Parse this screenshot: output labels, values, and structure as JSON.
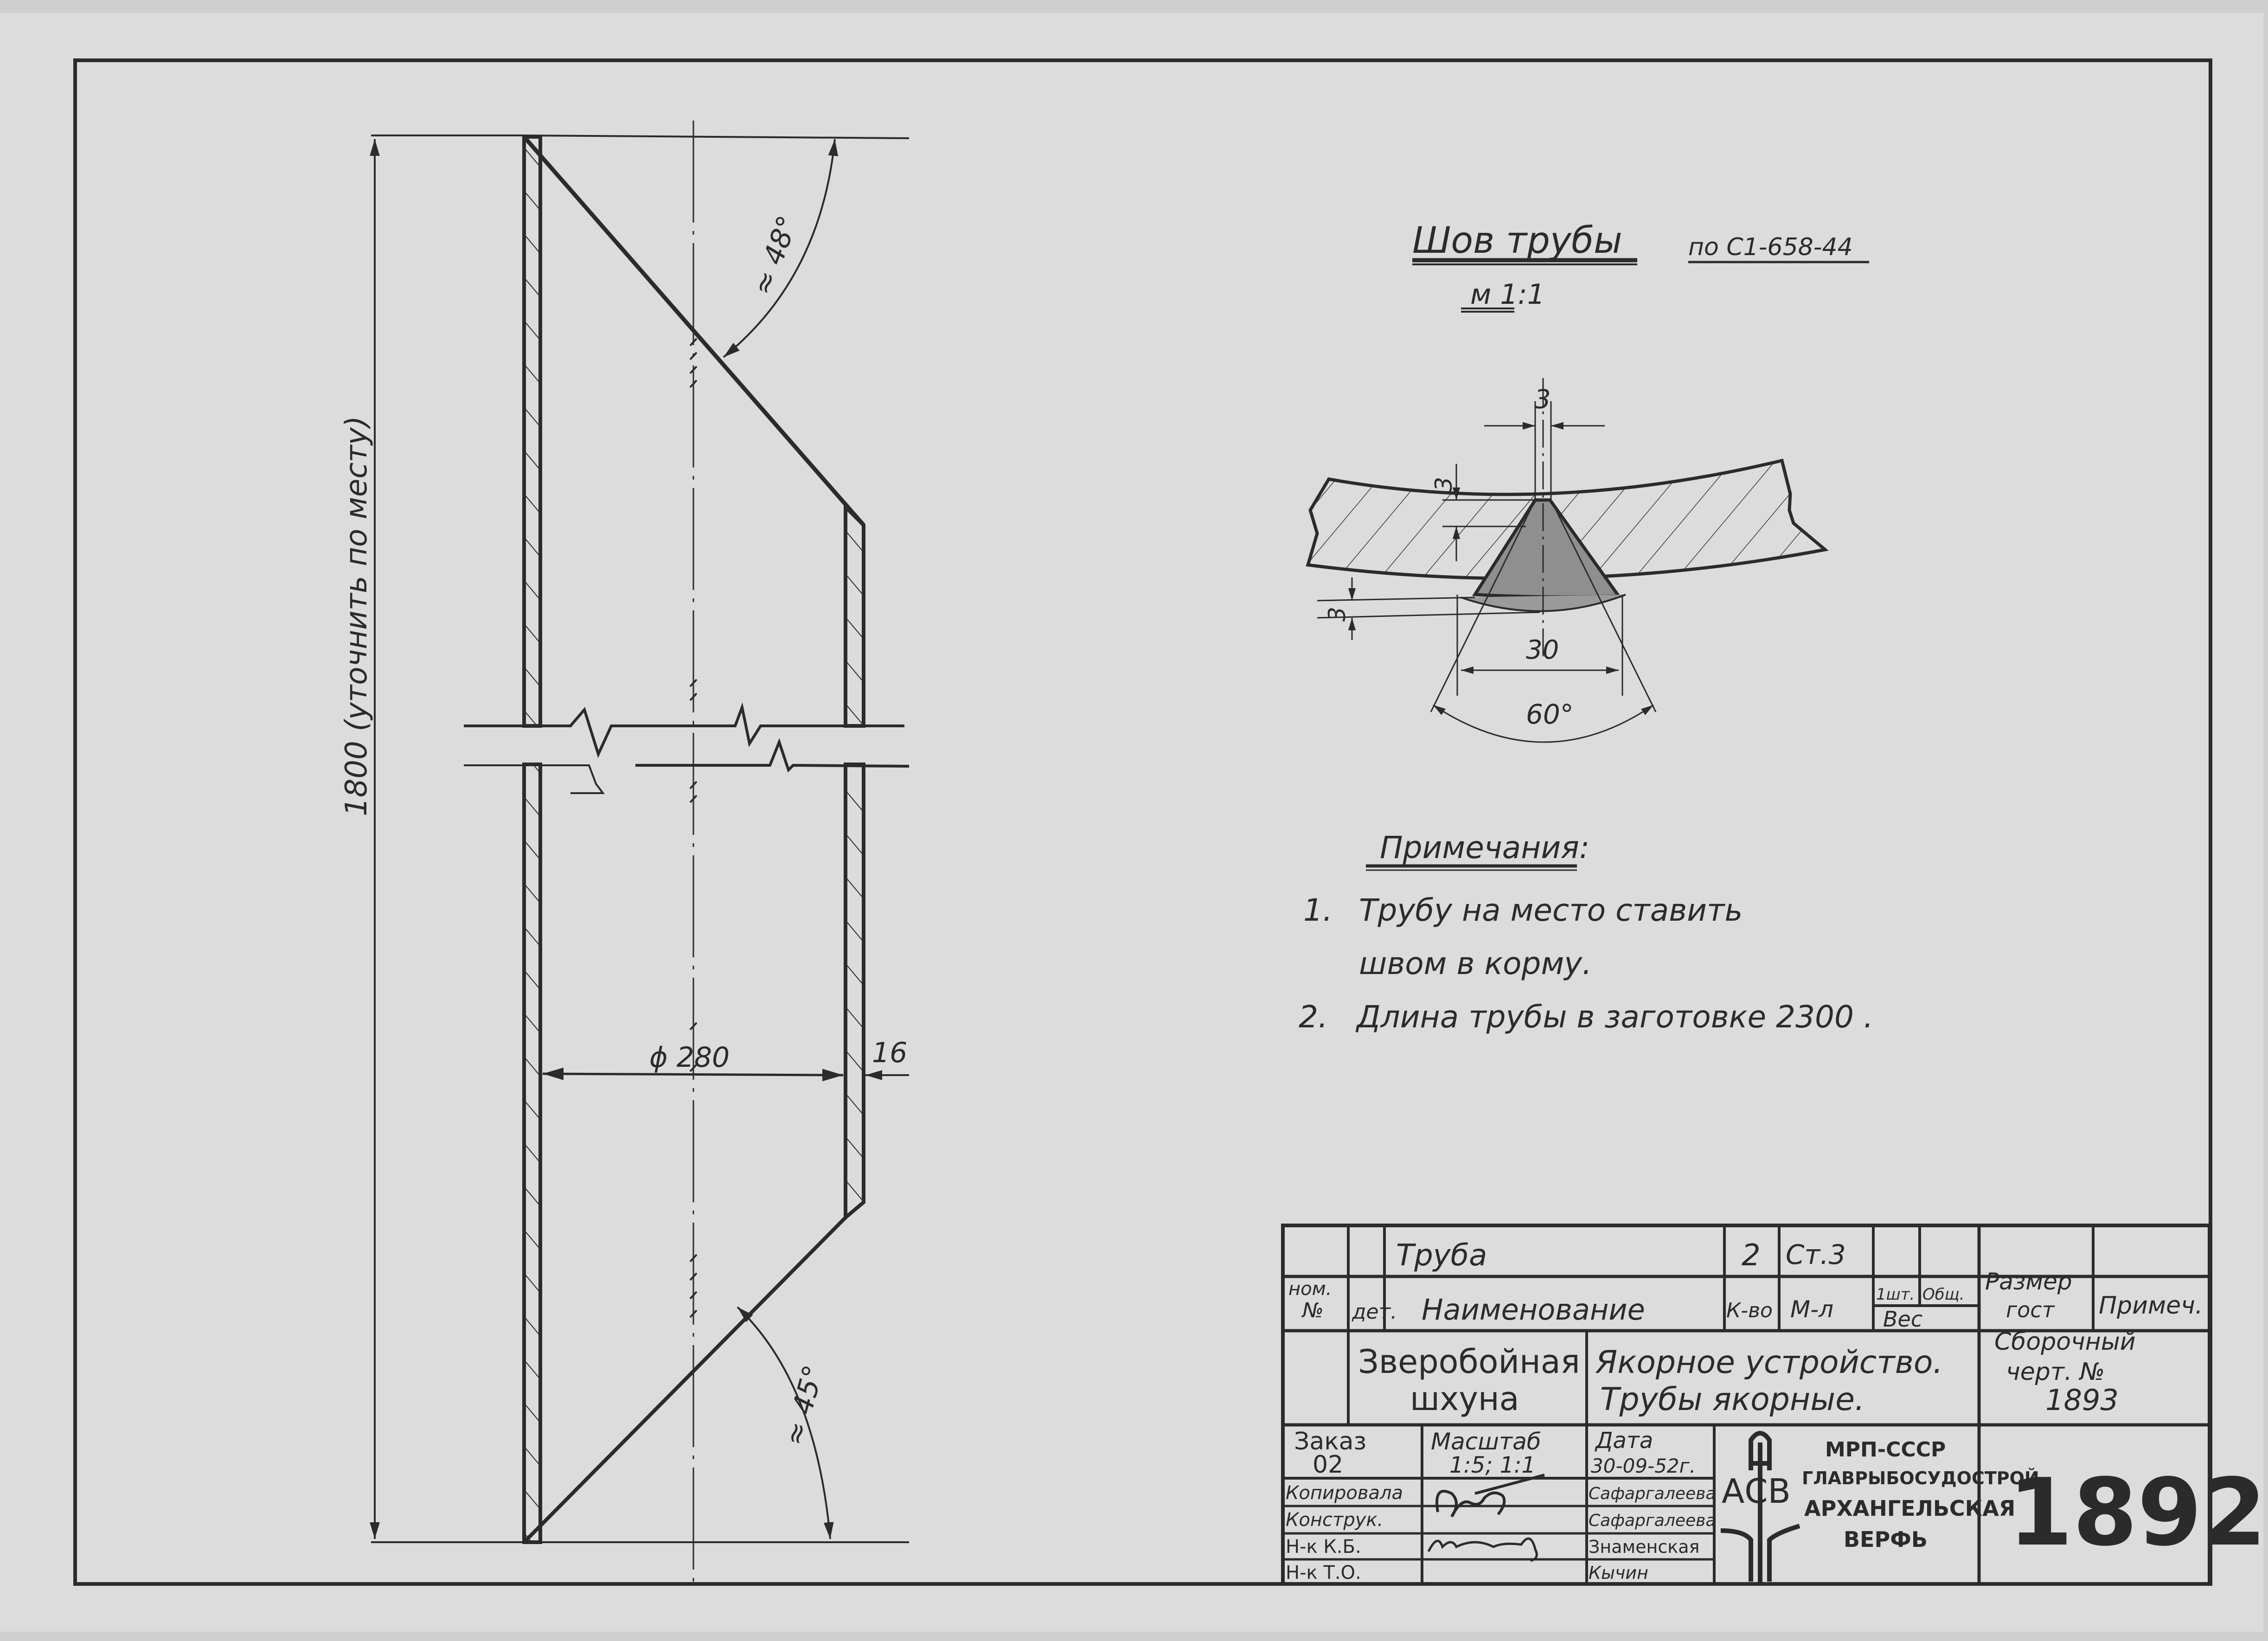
{
  "drawing": {
    "number": "1892",
    "colors": {
      "paper": "#dcdcdc",
      "ink": "#2b2b2b",
      "weld_fill": "#8f8f8f"
    }
  },
  "pipe_view": {
    "length_dim": "1800 (уточнить по месту)",
    "top_angle": "≈ 48°",
    "bottom_angle": "≈ 45°",
    "diameter_dim": "ϕ 280",
    "wall_thickness_dim": "16"
  },
  "weld_detail": {
    "title": "Шов трубы",
    "standard": "по С1-658-44",
    "scale": "м 1:1",
    "root_gap": "3",
    "root_face": "3",
    "reinforcement": "3",
    "width": "30",
    "groove_angle": "60°"
  },
  "notes": {
    "title": "Примечания:",
    "items": [
      {
        "number": "1.",
        "lines": [
          "Трубу на место ставить",
          "швом в корму."
        ]
      },
      {
        "number": "2.",
        "lines": [
          "Длина трубы в заготовке  2300 ."
        ]
      }
    ]
  },
  "title_block": {
    "part_row": {
      "item_no": "",
      "detail_no": "",
      "name": "Труба",
      "quantity": "2",
      "material": "Ст.3",
      "weight_each": "",
      "weight_total": "",
      "size_gost": "",
      "remarks": ""
    },
    "header_row": {
      "item_no": "ном. №",
      "item_no_line1": "ном.",
      "item_no_line2": "№",
      "detail_no": "дет.",
      "name": "Наименование",
      "quantity": "К-во",
      "material": "М-л",
      "weight_each": "1шт.",
      "weight_total": "Общ.",
      "weight": "Вес",
      "size_gost_line1": "Размер",
      "size_gost_line2": "гост",
      "remarks": "Примеч."
    },
    "vessel_line1": "Зверобойная",
    "vessel_line2": "шхуна",
    "assembly_line1": "Якорное устройство.",
    "assembly_line2": "Трубы якорные.",
    "assembly_drawing_line1": "Сборочный",
    "assembly_drawing_line2": "черт. №",
    "assembly_drawing_number": "1893",
    "order_label": "Заказ",
    "order_value": "02",
    "scale_label": "Масштаб",
    "scale_value": "1:5; 1:1",
    "date_label": "Дата",
    "date_value": "30-09-52г.",
    "signatures": [
      {
        "role": "Копировала",
        "name": "Сафаргалеева"
      },
      {
        "role": "Конструк.",
        "name": "Сафаргалеева"
      },
      {
        "role": "Н-к К.Б.",
        "name": "Знаменская"
      },
      {
        "role": "Н-к Т.О.",
        "name": "Кычин"
      }
    ],
    "logo_letters": "АСВ",
    "org_line1": "МРП-СССР",
    "org_line2": "ГЛАВРЫБОСУДОСТРОЙ",
    "org_line3": "АРХАНГЕЛЬСКАЯ",
    "org_line4": "ВЕРФЬ",
    "sheet_number": "1892"
  }
}
